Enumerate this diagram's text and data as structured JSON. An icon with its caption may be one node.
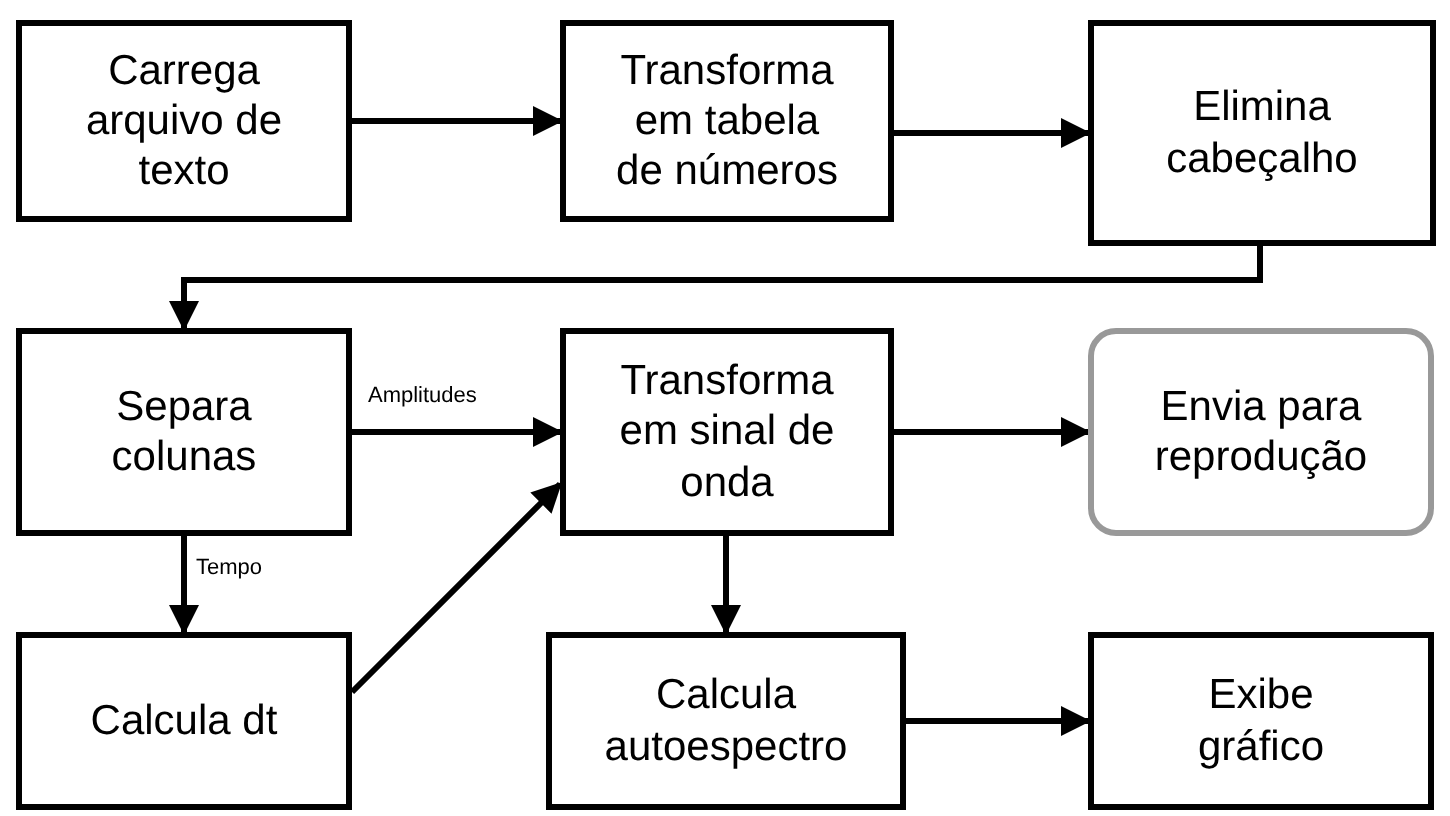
{
  "diagram": {
    "nodes": [
      {
        "text": [
          "Carrega arquivo de texto"
        ]
      },
      {
        "text": [
          "Transforma em tabela de números"
        ]
      },
      {
        "text": [
          "Elimina cabeçalho"
        ]
      },
      {
        "text": [
          "Separa colunas"
        ]
      },
      {
        "text": [
          "Transforma em sinal de onda"
        ]
      },
      {
        "text": [
          "Envia para reprodução"
        ]
      },
      {
        "text": [
          "Calcula dt"
        ]
      },
      {
        "text": [
          "Calcula autoespectro"
        ]
      },
      {
        "text": [
          "Exibe gráfico"
        ]
      }
    ],
    "edges": [
      {
        "from": 0,
        "to": 1,
        "arrow": "to"
      },
      {
        "from": 1,
        "to": 2,
        "arrow": "to"
      },
      {
        "from": 2,
        "to": 3,
        "arrow": "to"
      },
      {
        "from": 3,
        "to": 4,
        "arrow": "to",
        "label": "Amplitudes"
      },
      {
        "from": 4,
        "to": 5,
        "arrow": "to"
      },
      {
        "from": 3,
        "to": 6,
        "arrow": "to",
        "label": "Tempo"
      },
      {
        "from": 6,
        "to": 4,
        "arrow": "to"
      },
      {
        "from": 4,
        "to": 7,
        "arrow": "to"
      },
      {
        "from": 7,
        "to": 8,
        "arrow": "to"
      }
    ]
  }
}
